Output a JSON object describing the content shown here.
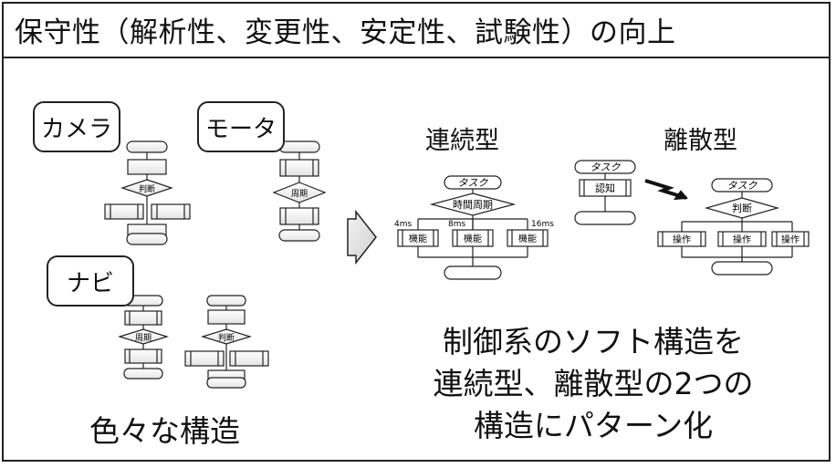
{
  "slide": {
    "title": "保守性（解析性、変更性、安定性、試験性）の向上",
    "left": {
      "tags": [
        "カメラ",
        "モータ",
        "ナビ"
      ],
      "caption": "色々な構造",
      "flow_labels": {
        "judge": "判断",
        "period": "周期"
      }
    },
    "continuous": {
      "heading": "連続型",
      "task": "タスク",
      "timer": "時間周期",
      "times": [
        "4ms",
        "8ms",
        "16ms"
      ],
      "function": "機能"
    },
    "discrete": {
      "heading": "離散型",
      "task_a": "タスク",
      "recognize": "認知",
      "task_b": "タスク",
      "judge": "判断",
      "operation": "操作"
    },
    "summary": [
      "制御系のソフト構造を",
      "連続型、離散型の2つの",
      "構造にパターン化"
    ]
  }
}
